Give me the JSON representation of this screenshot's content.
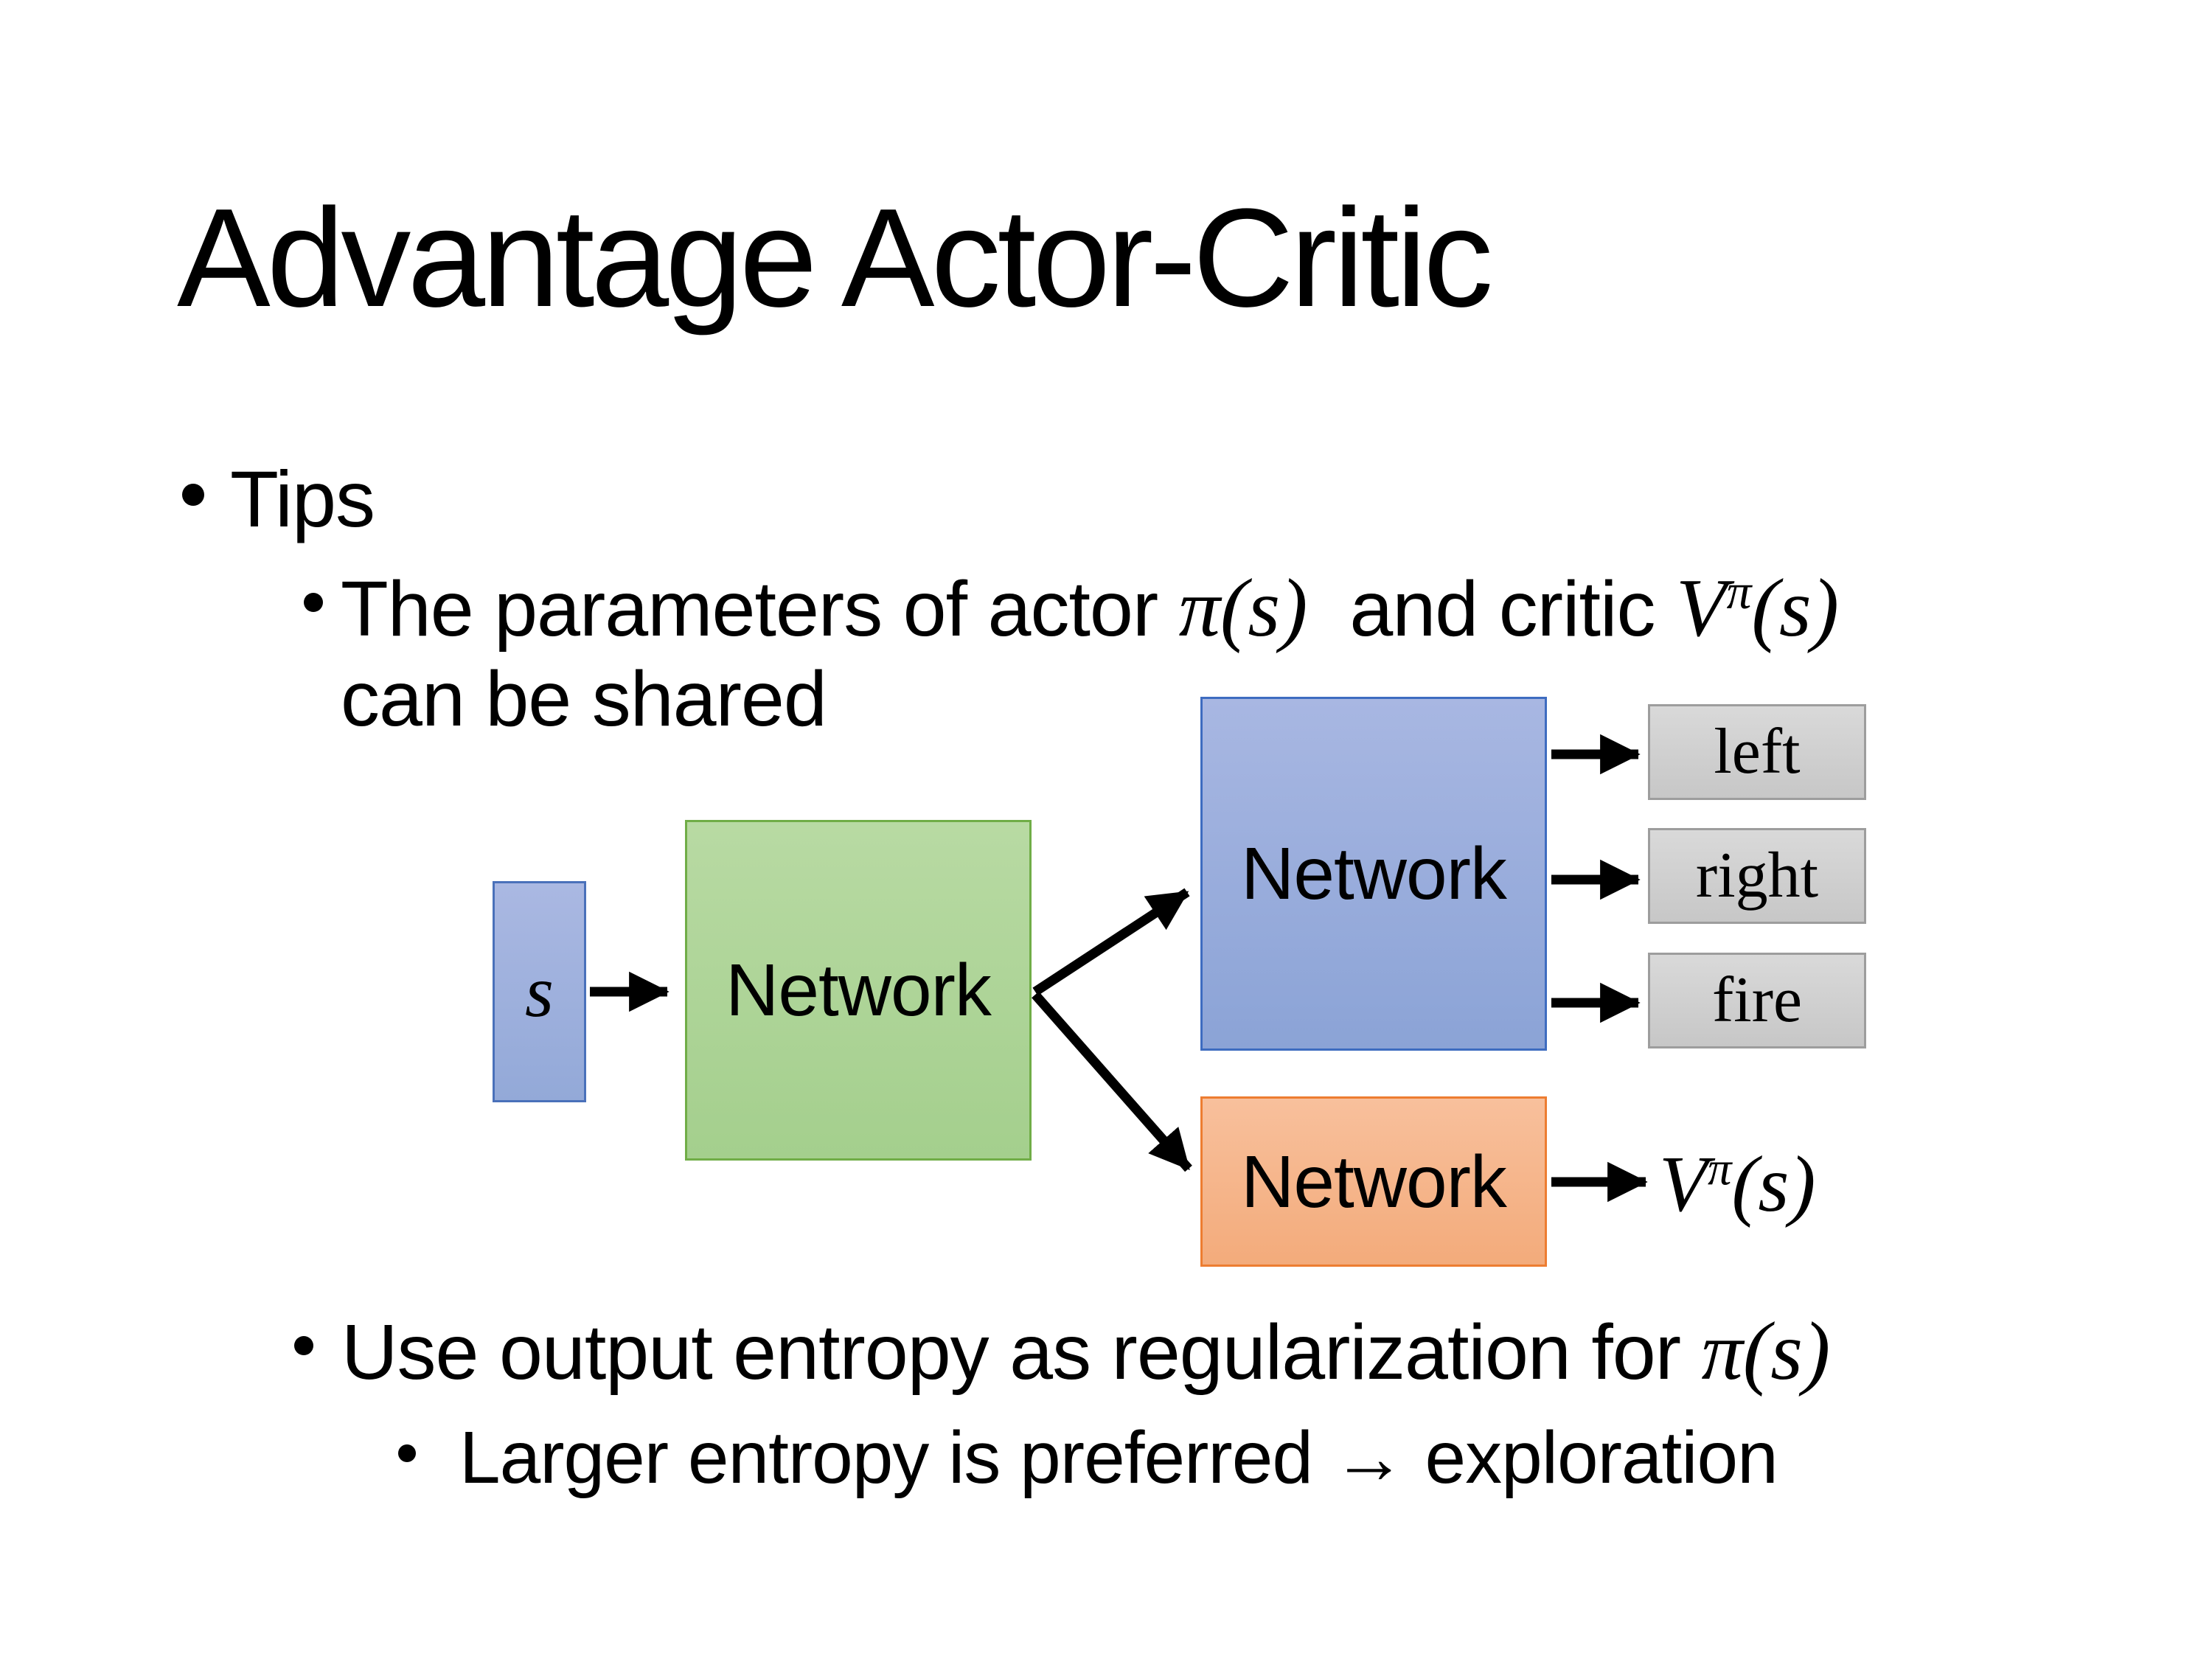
{
  "slide": {
    "title": "Advantage Actor-Critic",
    "bullets": {
      "tips": "Tips",
      "params_pre": "The parameters of actor ",
      "pi_s": "π(s)",
      "params_mid": "  and critic ",
      "v": "V",
      "pi": "π",
      "s_paren": "(s)",
      "params_wrap": "can be shared",
      "entropy_pre": "Use output entropy as regularization for ",
      "entropy_math": "π(s)",
      "larger": "Larger entropy is preferred → exploration"
    },
    "diagram": {
      "state_label": "s",
      "shared_network_label": "Network",
      "actor_network_label": "Network",
      "critic_network_label": "Network",
      "outputs": [
        "left",
        "right",
        "fire"
      ],
      "value_base": "V",
      "value_sup": "π",
      "value_args": "(s)"
    },
    "colors": {
      "background": "#ffffff",
      "text": "#000000",
      "state_fill": "#a0b1dd",
      "state_border": "#4a71ba",
      "shared_fill": "#a9d18e",
      "shared_border": "#70ad47",
      "actor_fill": "#8faadc",
      "actor_border": "#3e6cc0",
      "critic_fill": "#f4b183",
      "critic_border": "#ed7d31",
      "output_fill": "#d0d0d0",
      "output_border": "#9d9d9d",
      "arrow": "#000000"
    }
  }
}
